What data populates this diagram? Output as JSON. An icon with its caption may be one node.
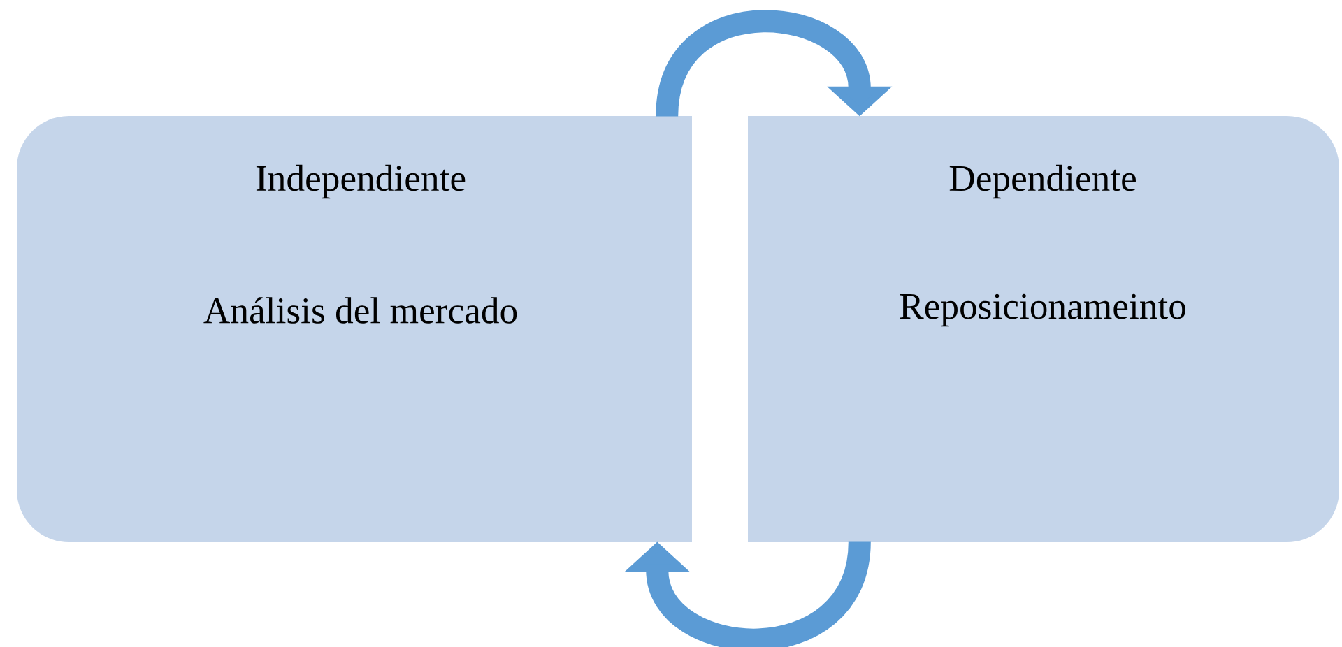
{
  "diagram": {
    "nodes": [
      {
        "text": [
          "Independiente",
          "Análisis del mercado"
        ]
      },
      {
        "text": [
          "Dependiente",
          "Reposicionameinto"
        ]
      }
    ],
    "edges": [
      {
        "from": 0,
        "to": 1,
        "arrow": "to"
      },
      {
        "from": 1,
        "to": 0,
        "arrow": "to"
      }
    ]
  }
}
